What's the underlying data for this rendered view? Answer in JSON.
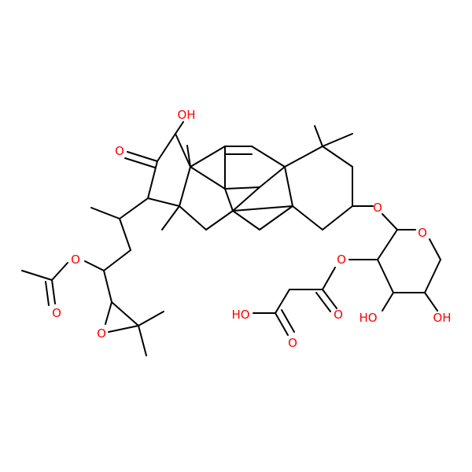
{
  "colors": {
    "background": "#ffffff",
    "bond": "#000000",
    "oxygen": "#ff0000"
  },
  "labels": {
    "oh_top": "OH",
    "o_ketone": "O",
    "o_ring_ether": "O",
    "o_acetate": "O",
    "o_pyran": "O",
    "o_malonyl_ester": "O",
    "o_acetyl_carbonyl": "O",
    "o_epoxide": "O",
    "o_ester_carbonyl": "O",
    "ho_sugar_left": "HO",
    "oh_sugar_right": "OH",
    "ho_acid": "HO",
    "o_acid_carbonyl": "O"
  }
}
